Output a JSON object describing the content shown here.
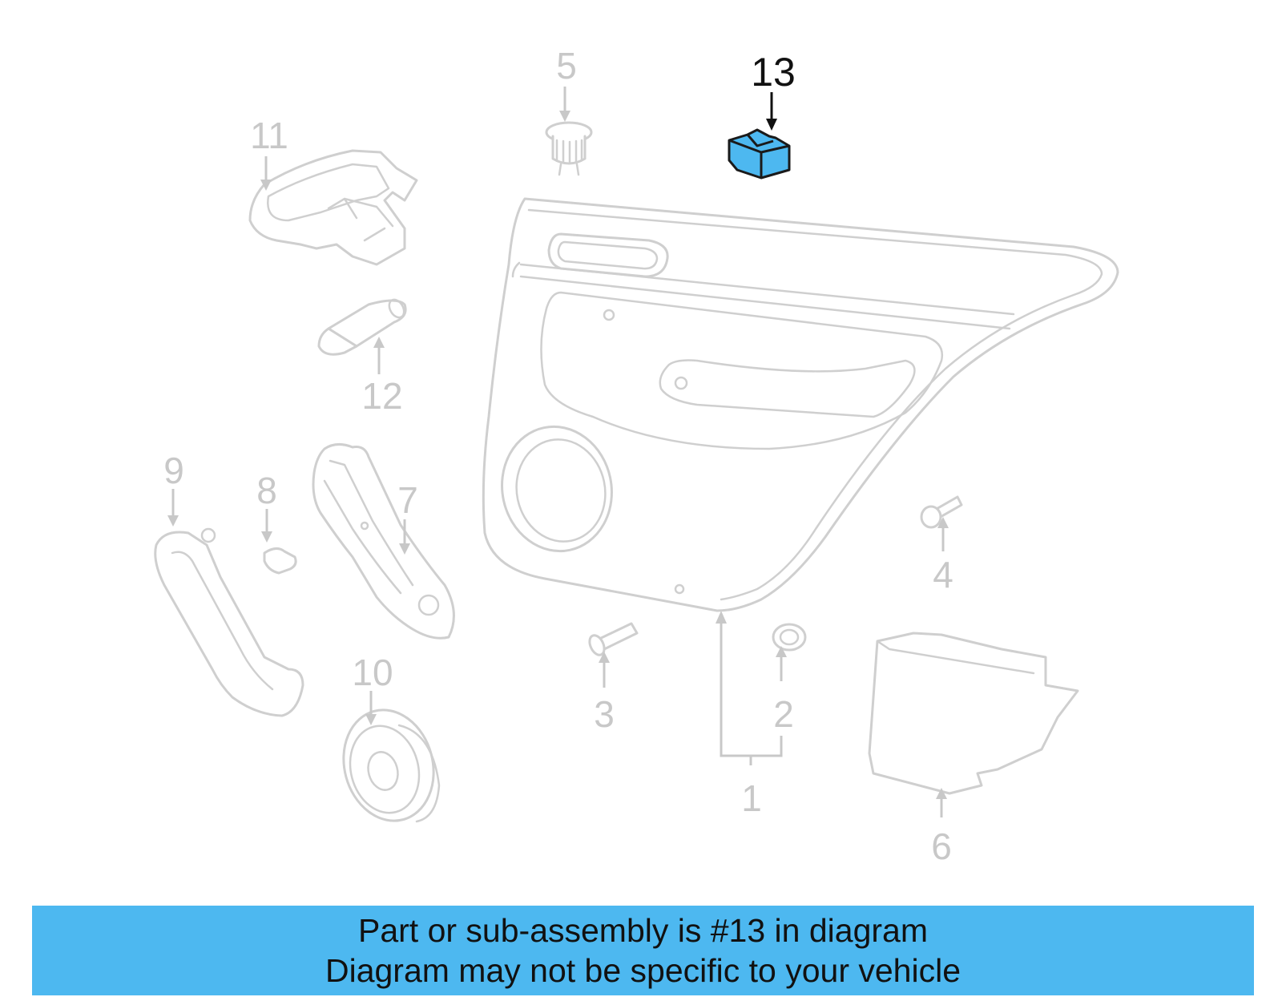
{
  "diagram": {
    "highlight_color": "#4db8f0",
    "callouts": [
      "1",
      "2",
      "3",
      "4",
      "5",
      "6",
      "7",
      "8",
      "9",
      "10",
      "11",
      "12",
      "13"
    ],
    "highlighted_callout": "13"
  },
  "banner": {
    "background": "#4db8f0",
    "line1": "Part or sub-assembly is #13 in diagram",
    "line2": "Diagram may not be specific to your vehicle"
  }
}
